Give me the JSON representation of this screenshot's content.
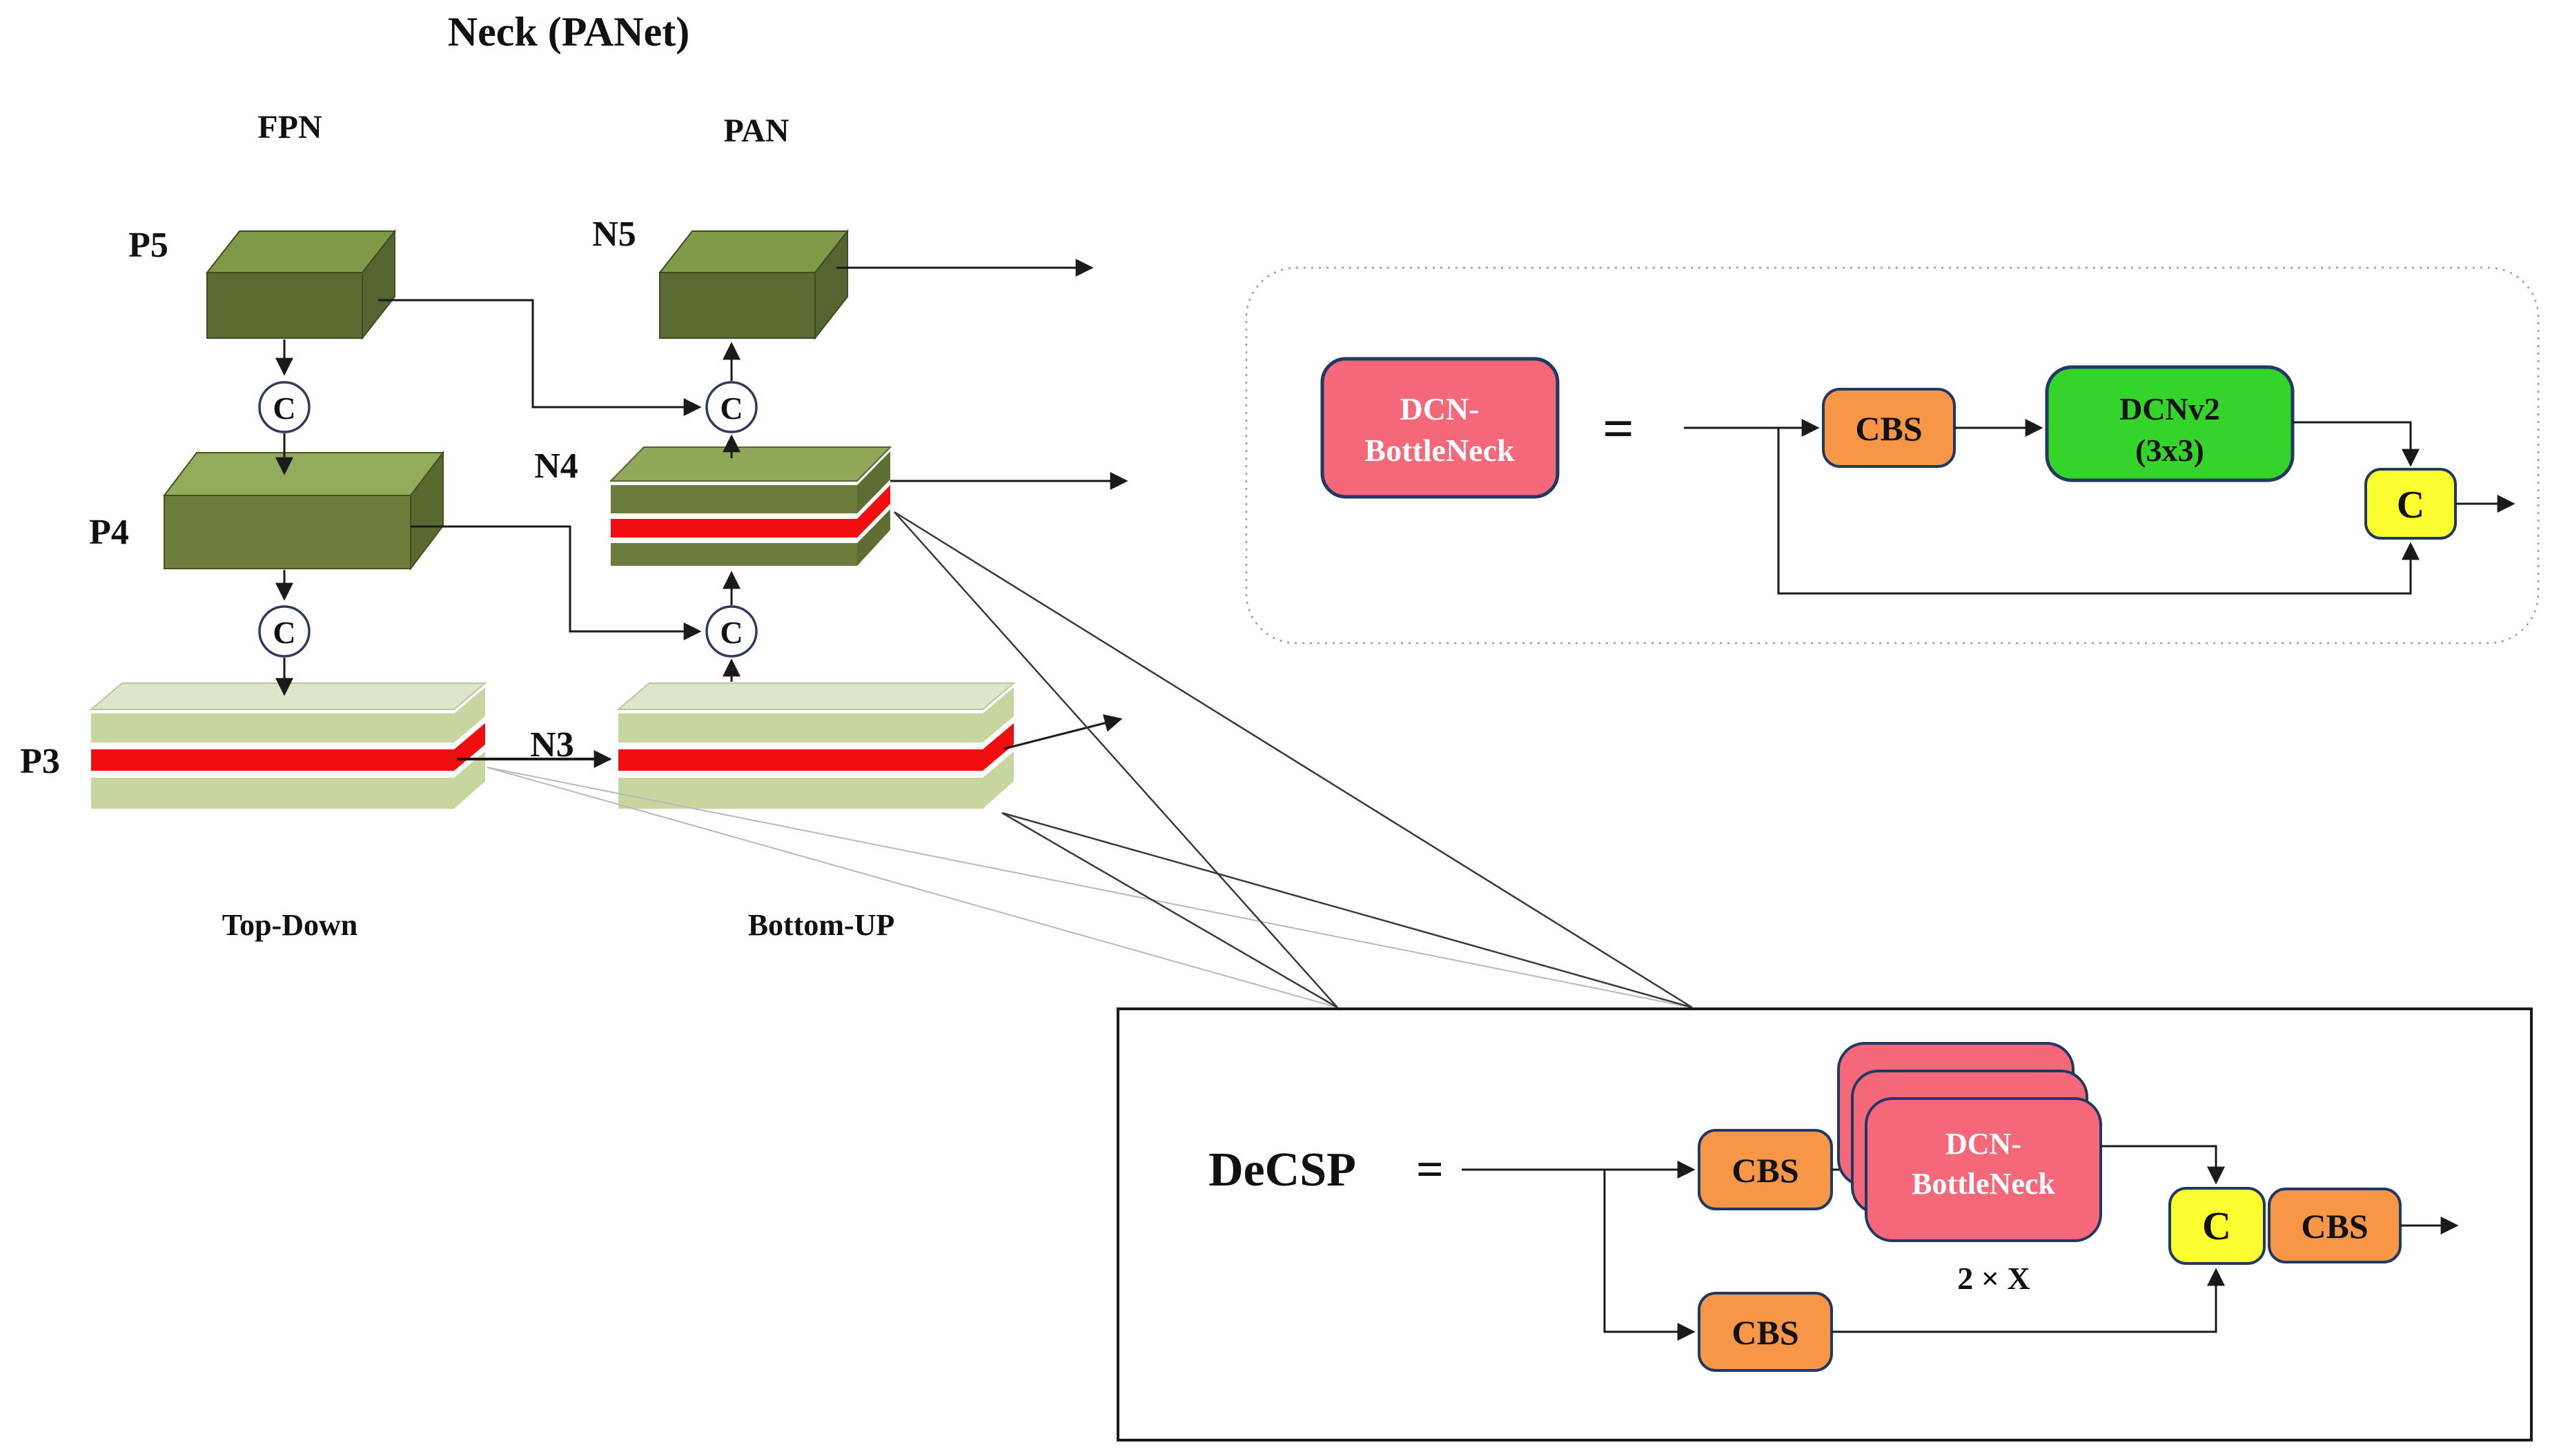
{
  "title": "Neck (PANet)",
  "neck": {
    "fpn_label": "FPN",
    "pan_label": "PAN",
    "top_down_label": "Top-Down",
    "bottom_up_label": "Bottom-UP",
    "blocks": {
      "p5": "P5",
      "p4": "P4",
      "p3": "P3",
      "n5": "N5",
      "n4": "N4",
      "n3": "N3"
    },
    "concat_symbol": "C"
  },
  "dcn_panel": {
    "block_line1": "DCN-",
    "block_line2": "BottleNeck",
    "equals": "=",
    "cbs_label": "CBS",
    "dcnv2_line1": "DCNv2",
    "dcnv2_line2": "(3x3)",
    "concat_label": "C"
  },
  "decsp_panel": {
    "title": "DeCSP",
    "equals": "=",
    "cbs_top_label": "CBS",
    "cbs_bottom_label": "CBS",
    "cbs_out_label": "CBS",
    "stack_line1": "DCN-",
    "stack_line2": "BottleNeck",
    "repeat_label": "2 × X",
    "concat_label": "C"
  },
  "colors": {
    "pink": "#F4687A",
    "green": "#35D42A",
    "orange": "#F79646",
    "yellow": "#FCFF2E",
    "navy": "#203864",
    "red": "#F10E0E",
    "line": "#1a1a1a",
    "gray_line": "#B9B9B9",
    "panel_border": "#9a9a9a",
    "p5_front": "#5C6B31",
    "p5_top": "#7E9A49",
    "p5_side": "#566430",
    "p4_front": "#6C7D3C",
    "p4_top": "#93AC5C",
    "p4_side": "#5A6930",
    "n4_top": "#8FA958",
    "n4_slab": "#6B7C3B",
    "n4_side": "#5E6E33",
    "p3_top": "#DCE7C9",
    "p3_slab": "#C6D69E",
    "white": "#FFFFFF"
  }
}
